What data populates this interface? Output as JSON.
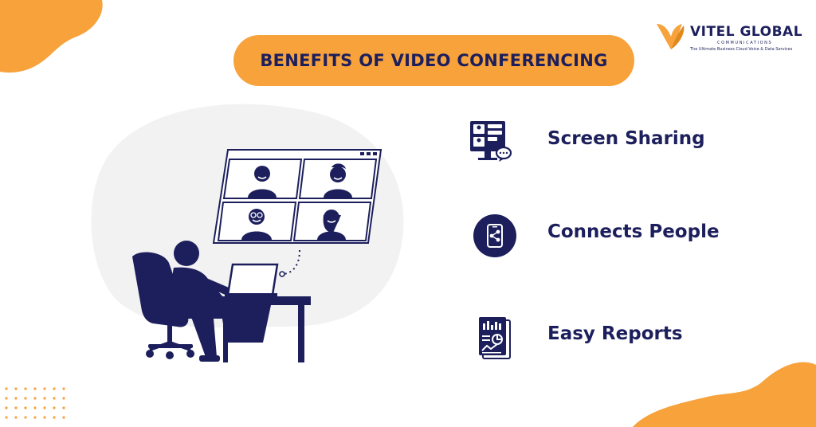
{
  "banner": {
    "title": "BENEFITS OF VIDEO CONFERENCING"
  },
  "logo": {
    "name": "VITEL GLOBAL",
    "subname": "COMMUNICATIONS",
    "tagline": "The Ultimate Business Cloud Voice & Data Services"
  },
  "features": [
    {
      "label": "Screen Sharing",
      "icon": "screen-sharing-icon"
    },
    {
      "label": "Connects People",
      "icon": "connect-people-icon"
    },
    {
      "label": "Easy Reports",
      "icon": "reports-icon"
    }
  ],
  "colors": {
    "accent": "#f7a23b",
    "navy": "#1c1f5c",
    "blob": "#f2f2f2"
  }
}
